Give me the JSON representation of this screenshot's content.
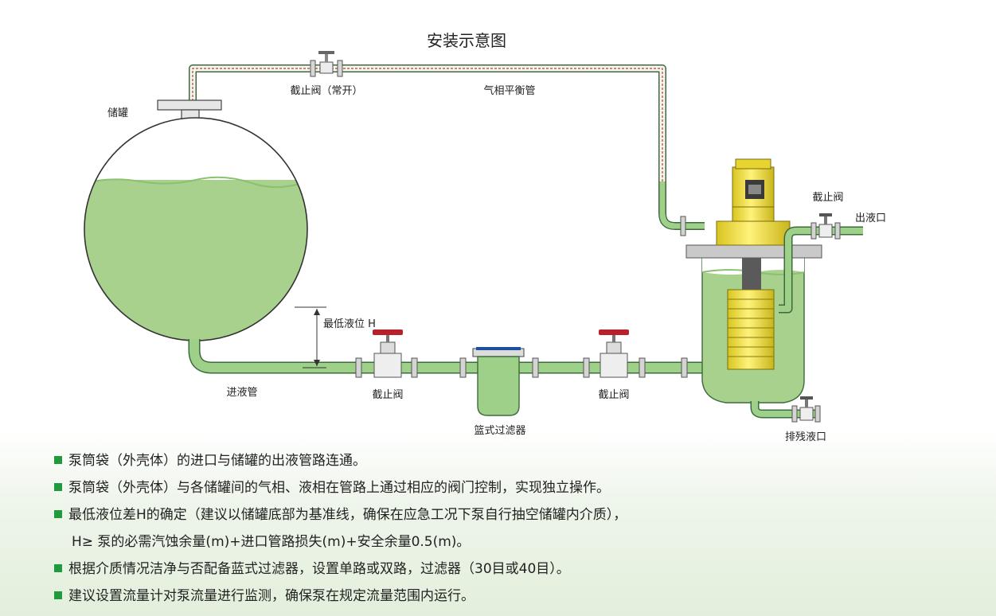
{
  "title": "安装示意图",
  "labels": {
    "tank": "储罐",
    "valve_top": "截止阀（常开）",
    "balance_pipe": "气相平衡管",
    "min_level": "最低液位 H",
    "inlet_pipe": "进液管",
    "valve_left": "截止阀",
    "valve_mid": "截止阀",
    "filter": "篮式过滤器",
    "valve_outlet": "截止阀",
    "outlet": "出液口",
    "drain": "排残液口"
  },
  "notes": [
    {
      "text": "泵筒袋（外壳体）的进口与储罐的出液管路连通。",
      "bullet": true
    },
    {
      "text": "泵筒袋（外壳体）与各储罐间的气相、液相在管路上通过相应的阀门控制，实现独立操作。",
      "bullet": true
    },
    {
      "text": "最低液位差H的确定（建议以储罐底部为基准线，确保在应急工况下泵自行抽空储罐内介质），",
      "bullet": true
    },
    {
      "text": "H≥ 泵的必需汽蚀余量(m)+进口管路损失(m)+安全余量0.5(m)。",
      "bullet": false
    },
    {
      "text": "根据介质情况洁净与否配备蓝式过滤器，设置单路或双路，过滤器（30目或40目）。",
      "bullet": true
    },
    {
      "text": "建议设置流量计对泵流量进行监测，确保泵在规定流量范围内运行。",
      "bullet": true
    }
  ],
  "colors": {
    "liquid": "#a8d18d",
    "pipe": "#9fd08a",
    "pipe_outline": "#3c6a3c",
    "balance_pipe_line": "#c0392b",
    "motor": "#f2e23a",
    "valve_handle": "#b8202a",
    "bullet": "#1f9a3c",
    "filter_lid": "#1d4f9c"
  }
}
